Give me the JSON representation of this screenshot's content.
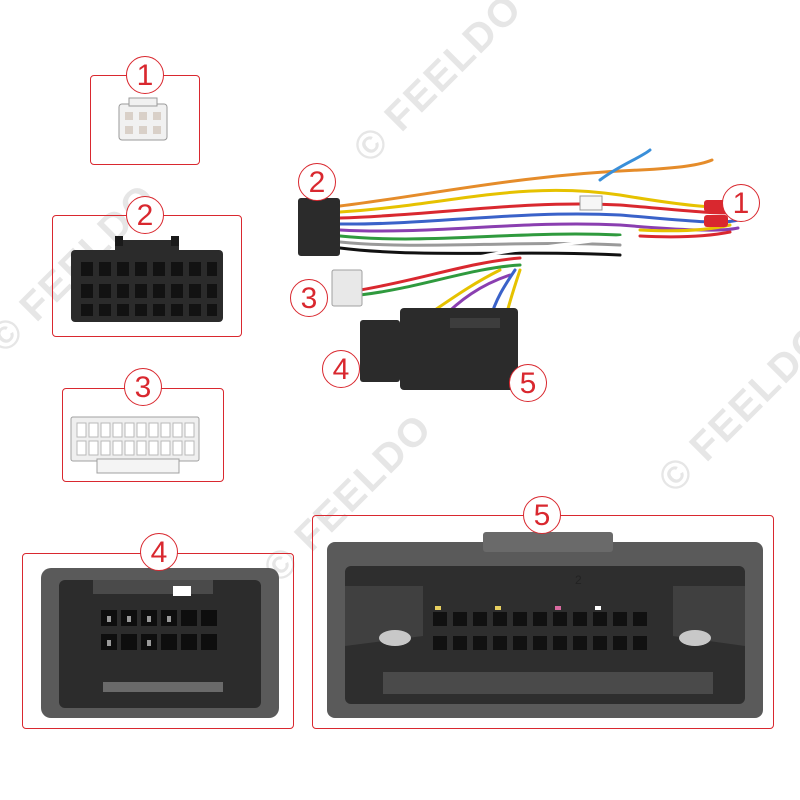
{
  "watermark": {
    "text": "FEELDO",
    "copyright": "©"
  },
  "callouts": {
    "c1": "1",
    "c2": "2",
    "c3": "3",
    "c4": "4",
    "c5": "5"
  },
  "detail_panels": {
    "p1": "1",
    "p2": "2",
    "p3": "3",
    "p4": "4",
    "p5": "5"
  },
  "connector5_pin_label": "2",
  "colors": {
    "accent_red": "#d9282f",
    "connector_black": "#2b2b2b",
    "connector_white": "#eeeeee",
    "connector_gray": "#5a5a5a"
  }
}
